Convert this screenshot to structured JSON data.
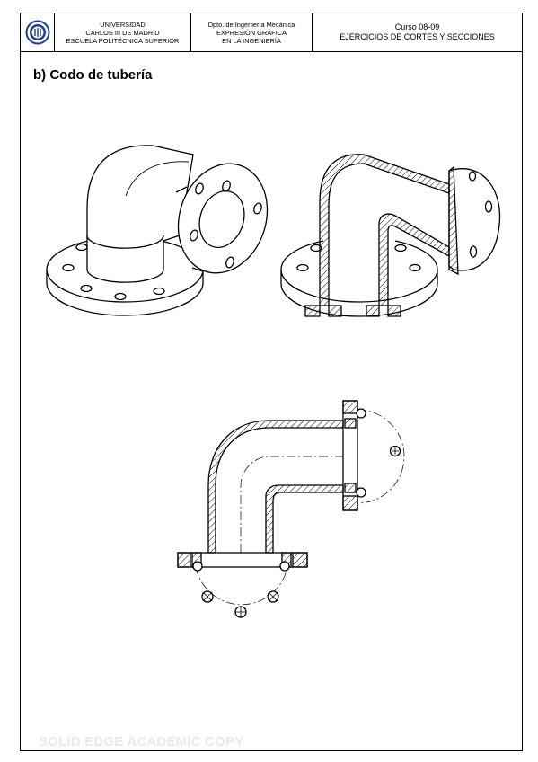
{
  "header": {
    "university": [
      "UNIVERSIDAD",
      "CARLOS III DE MADRID",
      "ESCUELA POLITÉCNICA SUPERIOR"
    ],
    "department": [
      "Dpto. de Ingeniería Mecánica",
      "EXPRESIÓN GRÁFICA",
      "EN LA INGENIERÍA"
    ],
    "course": [
      "Curso 08-09",
      "EJERCICIOS DE CORTES Y SECCIONES"
    ]
  },
  "section_title": "b) Codo de tubería",
  "watermark": "SOLID EDGE ACADEMIC COPY",
  "icons": {
    "logo": "university-seal-icon"
  }
}
